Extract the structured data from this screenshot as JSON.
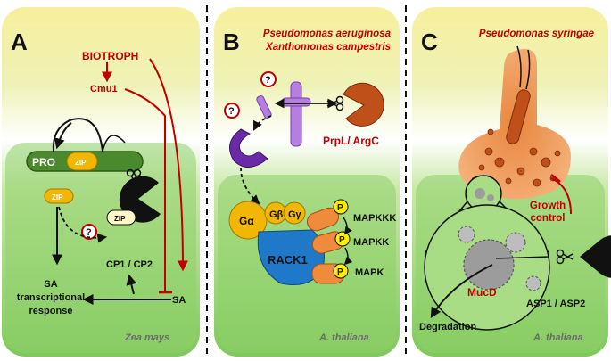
{
  "panels": {
    "a": {
      "letter": "A",
      "biotroph": "BIOTROPH",
      "cmu1": "Cmu1",
      "pro": "PRO",
      "zip": "ZIP",
      "question": "?",
      "cp": "CP1 / CP2",
      "sa": "SA",
      "response_line1": "SA",
      "response_line2": "transcriptional",
      "response_line3": "response",
      "species": "Zea mays"
    },
    "b": {
      "letter": "B",
      "pathogen_1": "Pseudomonas aeruginosa",
      "pathogen_2": "Xanthomonas campestris",
      "question": "?",
      "prpl": "PrpL/ ArgC",
      "galpha": "Gα",
      "gbeta": "Gβ",
      "ggamma": "Gγ",
      "rack1": "RACK1",
      "p": "P",
      "mapkkk": "MAPKKK",
      "mapkk": "MAPKK",
      "mapk": "MAPK",
      "species": "A. thaliana"
    },
    "c": {
      "letter": "C",
      "pathogen": "Pseudomonas syringae",
      "growth_1": "Growth",
      "growth_2": "control",
      "mucd": "MucD",
      "asp": "ASP1 / ASP2",
      "degradation": "Degradation",
      "species": "A. thaliana"
    }
  },
  "colors": {
    "accent_red": "#c00000",
    "leaf_green": "#8ed06a",
    "sky_yellow": "#f7ef9c",
    "protease_black": "#111111",
    "zip_yellow": "#f2b705",
    "rack1_blue": "#1f78c8",
    "mapk_orange": "#f08a3c",
    "prpl_orange": "#c0501a",
    "pathogen_orange": "#f0a060",
    "receptor_purple": "#b57ee0"
  }
}
